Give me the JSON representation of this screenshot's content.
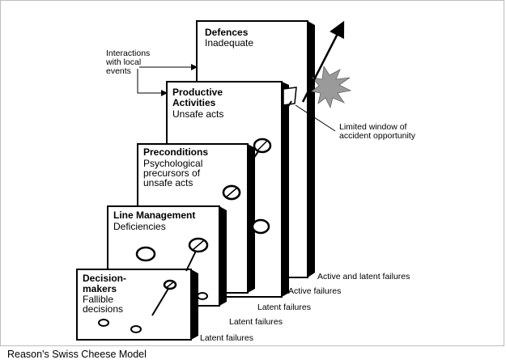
{
  "slices": [
    {
      "title": [
        "Defences"
      ],
      "subtitle": [
        "Inadequate"
      ]
    },
    {
      "title": [
        "Productive",
        "Activities"
      ],
      "subtitle": [
        "Unsafe acts"
      ]
    },
    {
      "title": [
        "Preconditions"
      ],
      "subtitle": [
        "Psychological",
        "precursors of",
        "unsafe acts"
      ]
    },
    {
      "title": [
        "Line Management"
      ],
      "subtitle": [
        "Deficiencies"
      ]
    },
    {
      "title": [
        "Decision-",
        "makers"
      ],
      "subtitle": [
        "Fallible",
        "decisions"
      ]
    }
  ],
  "failure_labels": [
    "Active and latent failures",
    "Active failures",
    "Latent failures",
    "Latent failures",
    "Latent failures"
  ],
  "annotations": {
    "interactions": [
      "Interactions",
      "with local",
      "events"
    ],
    "window": [
      "Limited window of",
      "accident opportunity"
    ]
  },
  "caption": "Reason's Swiss Cheese Model"
}
